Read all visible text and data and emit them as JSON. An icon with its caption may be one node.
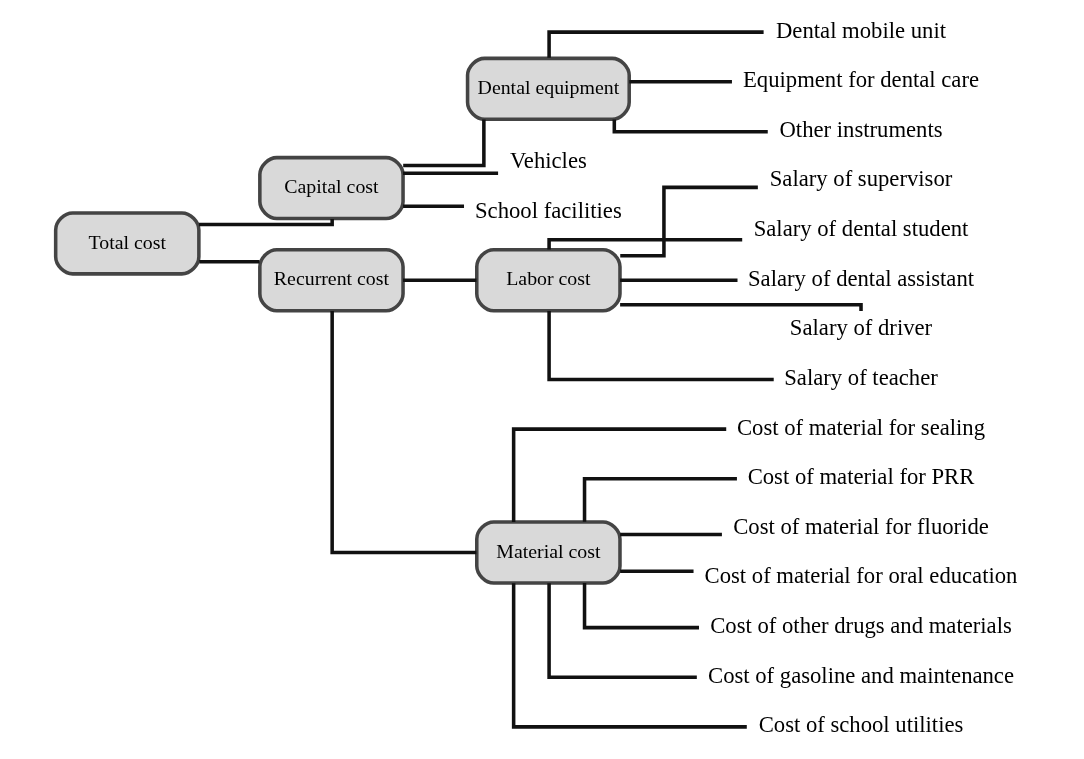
{
  "diagram": {
    "nodes": [
      {
        "text": [
          "Total cost"
        ]
      },
      {
        "text": [
          "Capital cost"
        ]
      },
      {
        "text": [
          "Recurrent cost"
        ]
      },
      {
        "text": [
          "Dental equipment"
        ]
      },
      {
        "text": [
          "Vehicles"
        ]
      },
      {
        "text": [
          "School facilities"
        ]
      },
      {
        "text": [
          "Labor cost"
        ]
      },
      {
        "text": [
          "Material cost"
        ]
      },
      {
        "text": [
          "Dental mobile unit"
        ]
      },
      {
        "text": [
          "Equipment for dental care"
        ]
      },
      {
        "text": [
          "Other instruments"
        ]
      },
      {
        "text": [
          "Salary of supervisor"
        ]
      },
      {
        "text": [
          "Salary of dental student"
        ]
      },
      {
        "text": [
          "Salary of dental assistant"
        ]
      },
      {
        "text": [
          "Salary of driver"
        ]
      },
      {
        "text": [
          "Salary of teacher"
        ]
      },
      {
        "text": [
          "Cost of material for sealing"
        ]
      },
      {
        "text": [
          "Cost of material for PRR"
        ]
      },
      {
        "text": [
          "Cost of material for fluoride"
        ]
      },
      {
        "text": [
          "Cost of material for oral education"
        ]
      },
      {
        "text": [
          "Cost of other drugs and materials"
        ]
      },
      {
        "text": [
          "Cost of gasoline and maintenance"
        ]
      },
      {
        "text": [
          "Cost of school utilities"
        ]
      }
    ],
    "edges": [
      {
        "from": 0,
        "to": 1,
        "arrow": "none"
      },
      {
        "from": 0,
        "to": 2,
        "arrow": "none"
      },
      {
        "from": 1,
        "to": 3,
        "arrow": "none"
      },
      {
        "from": 1,
        "to": 4,
        "arrow": "none"
      },
      {
        "from": 1,
        "to": 5,
        "arrow": "none"
      },
      {
        "from": 2,
        "to": 6,
        "arrow": "none"
      },
      {
        "from": 2,
        "to": 7,
        "arrow": "none"
      },
      {
        "from": 3,
        "to": 8,
        "arrow": "none"
      },
      {
        "from": 3,
        "to": 9,
        "arrow": "none"
      },
      {
        "from": 3,
        "to": 10,
        "arrow": "none"
      },
      {
        "from": 6,
        "to": 11,
        "arrow": "none"
      },
      {
        "from": 6,
        "to": 12,
        "arrow": "none"
      },
      {
        "from": 6,
        "to": 13,
        "arrow": "none"
      },
      {
        "from": 6,
        "to": 14,
        "arrow": "none"
      },
      {
        "from": 6,
        "to": 15,
        "arrow": "none"
      },
      {
        "from": 7,
        "to": 16,
        "arrow": "none"
      },
      {
        "from": 7,
        "to": 17,
        "arrow": "none"
      },
      {
        "from": 7,
        "to": 18,
        "arrow": "none"
      },
      {
        "from": 7,
        "to": 19,
        "arrow": "none"
      },
      {
        "from": 7,
        "to": 20,
        "arrow": "none"
      },
      {
        "from": 7,
        "to": 21,
        "arrow": "none"
      },
      {
        "from": 7,
        "to": 22,
        "arrow": "none"
      }
    ]
  }
}
